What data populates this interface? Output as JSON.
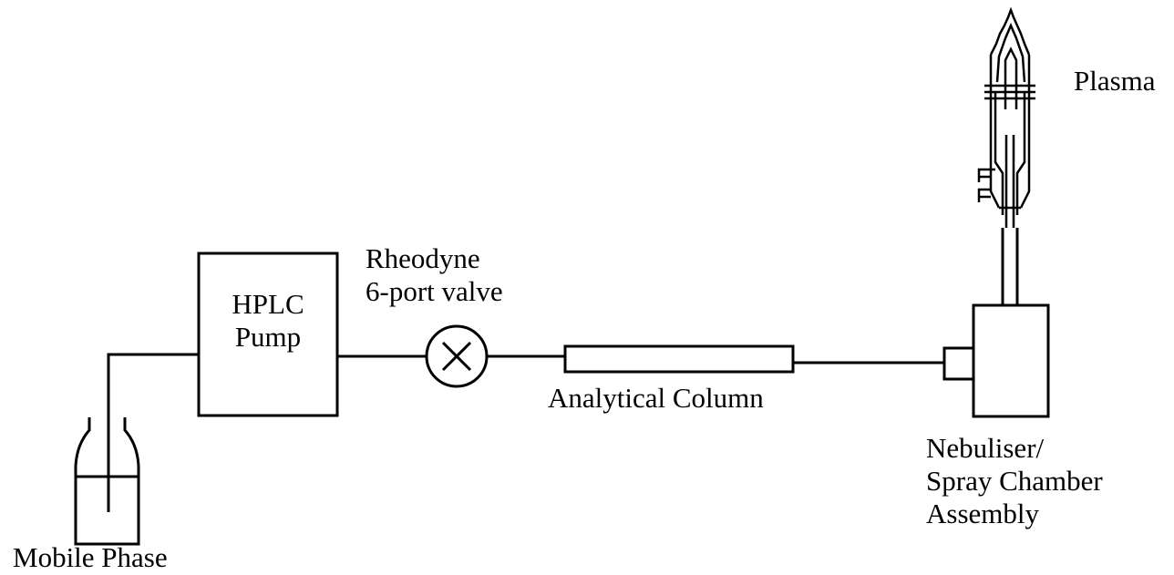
{
  "labels": {
    "hplc_line1": "HPLC",
    "hplc_line2": "Pump",
    "rheodyne_line1": "Rheodyne",
    "rheodyne_line2": "6-port valve",
    "column": "Analytical Column",
    "mobile_phase": "Mobile Phase",
    "plasma": "Plasma",
    "nebuliser_line1": "Nebuliser/",
    "nebuliser_line2": "Spray Chamber",
    "nebuliser_line3": "Assembly"
  },
  "colors": {
    "stroke": "#000000",
    "background": "#ffffff"
  }
}
